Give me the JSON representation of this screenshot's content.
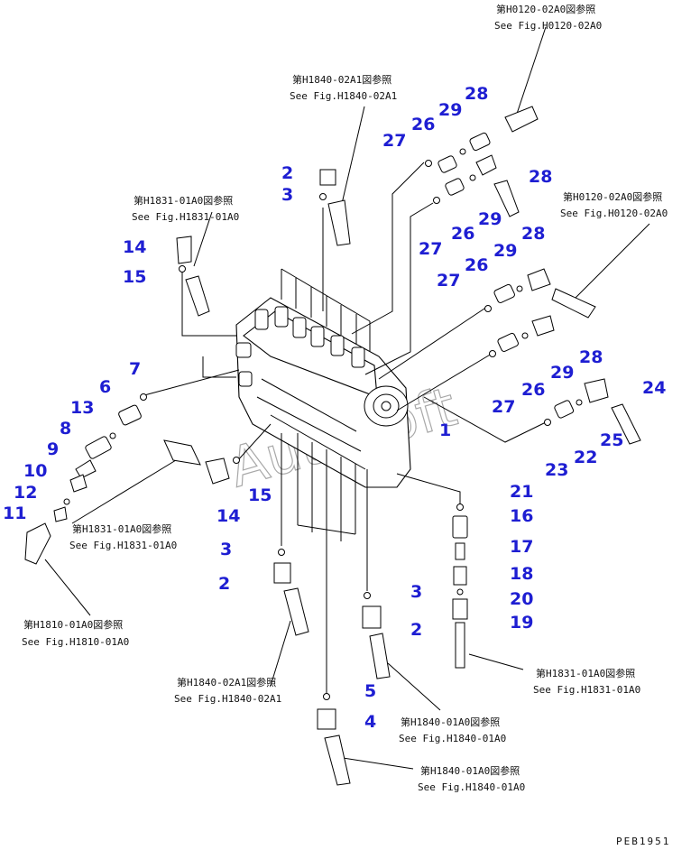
{
  "watermark": "AutoSoft",
  "drawing_code": "PEB1951",
  "references": {
    "h0120_top": {
      "jp": "第H0120-02A0図参照",
      "en": "See Fig.H0120-02A0"
    },
    "h1840_top": {
      "jp": "第H1840-02A1図参照",
      "en": "See Fig.H1840-02A1"
    },
    "h1831_left": {
      "jp": "第H1831-01A0図参照",
      "en": "See Fig.H1831-01A0"
    },
    "h0120_right": {
      "jp": "第H0120-02A0図参照",
      "en": "See Fig.H0120-02A0"
    },
    "h1831_mid": {
      "jp": "第H1831-01A0図参照",
      "en": "See Fig.H1831-01A0"
    },
    "h1810": {
      "jp": "第H1810-01A0図参照",
      "en": "See Fig.H1810-01A0"
    },
    "h1840_bottom": {
      "jp": "第H1840-02A1図参照",
      "en": "See Fig.H1840-02A1"
    },
    "h1840_a": {
      "jp": "第H1840-01A0図参照",
      "en": "See Fig.H1840-01A0"
    },
    "h1831_right": {
      "jp": "第H1831-01A0図参照",
      "en": "See Fig.H1831-01A0"
    },
    "h1840_b": {
      "jp": "第H1840-01A0図参照",
      "en": "See Fig.H1840-01A0"
    }
  },
  "callouts": {
    "c28a": "28",
    "c29a": "29",
    "c26a": "26",
    "c27a": "27",
    "c28b": "28",
    "c29b": "29",
    "c26b": "26",
    "c27b": "27",
    "c2a": "2",
    "c3a": "3",
    "c14a": "14",
    "c15a": "15",
    "c28c": "28",
    "c29c": "29",
    "c26c": "26",
    "c27c": "27",
    "c28d": "28",
    "c29d": "29",
    "c26d": "26",
    "c27d": "27",
    "c24": "24",
    "c25": "25",
    "c22": "22",
    "c23": "23",
    "c7": "7",
    "c6": "6",
    "c13": "13",
    "c8": "8",
    "c9": "9",
    "c10": "10",
    "c12": "12",
    "c11": "11",
    "c1": "1",
    "c15b": "15",
    "c14b": "14",
    "c3b": "3",
    "c2b": "2",
    "c21": "21",
    "c16": "16",
    "c17": "17",
    "c18": "18",
    "c20": "20",
    "c19": "19",
    "c3c": "3",
    "c2c": "2",
    "c5": "5",
    "c4": "4"
  }
}
